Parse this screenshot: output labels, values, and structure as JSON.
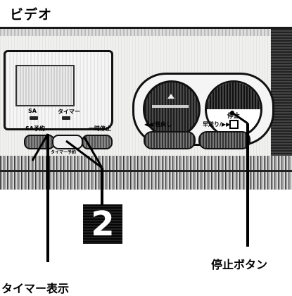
{
  "title": "ビデオ",
  "panel": {
    "sa_label": "SA",
    "timer_label": "タイマー",
    "sa_reserve_label": "SA予約",
    "pause_label": "一時停止",
    "timer_display_small": "タイマー予約",
    "rewind_label": "◀◀/巻戻し",
    "fast_forward_label": "早送り/▶▶",
    "eject_symbol": "▲",
    "stop_button_label": "停止"
  },
  "badge": {
    "number": "2"
  },
  "callouts": {
    "timer_display": "タイマー表示",
    "stop_button": "停止ボタン"
  }
}
